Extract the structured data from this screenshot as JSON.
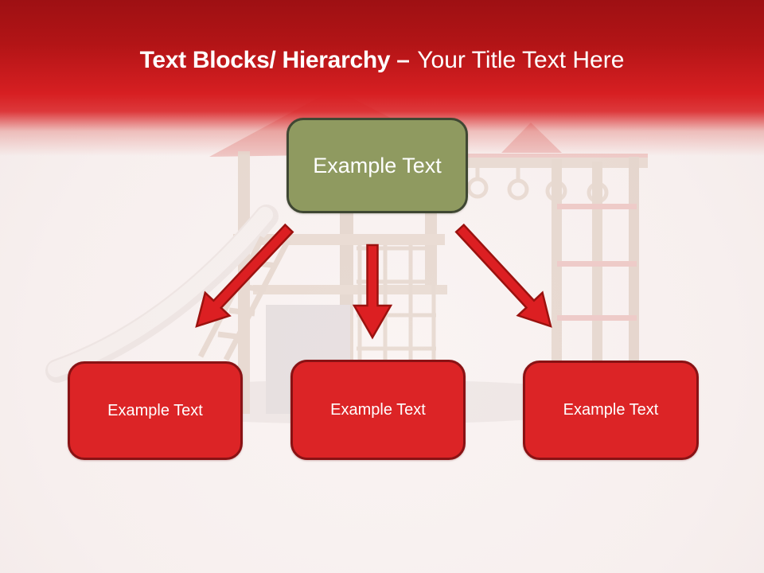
{
  "title": {
    "bold": "Text Blocks/ Hierarchy –",
    "regular": "Your Title Text Here"
  },
  "diagram": {
    "parent": {
      "label": "Example Text"
    },
    "children": [
      {
        "label": "Example Text"
      },
      {
        "label": "Example Text"
      },
      {
        "label": "Example Text"
      }
    ]
  },
  "icons": {
    "arrows": [
      "arrow-down-left-icon",
      "arrow-down-icon",
      "arrow-down-right-icon"
    ]
  },
  "colors": {
    "header_red_dark": "#9e1013",
    "header_red_bright": "#d71f22",
    "page_background": "#f7efee",
    "parent_box_fill": "#8f9a60",
    "parent_box_border": "#3f4733",
    "child_box_fill": "#dc2426",
    "child_box_border": "#891214",
    "arrow_fill": "#dc1f22",
    "arrow_outline": "#9b120f",
    "text_color": "#ffffff"
  }
}
